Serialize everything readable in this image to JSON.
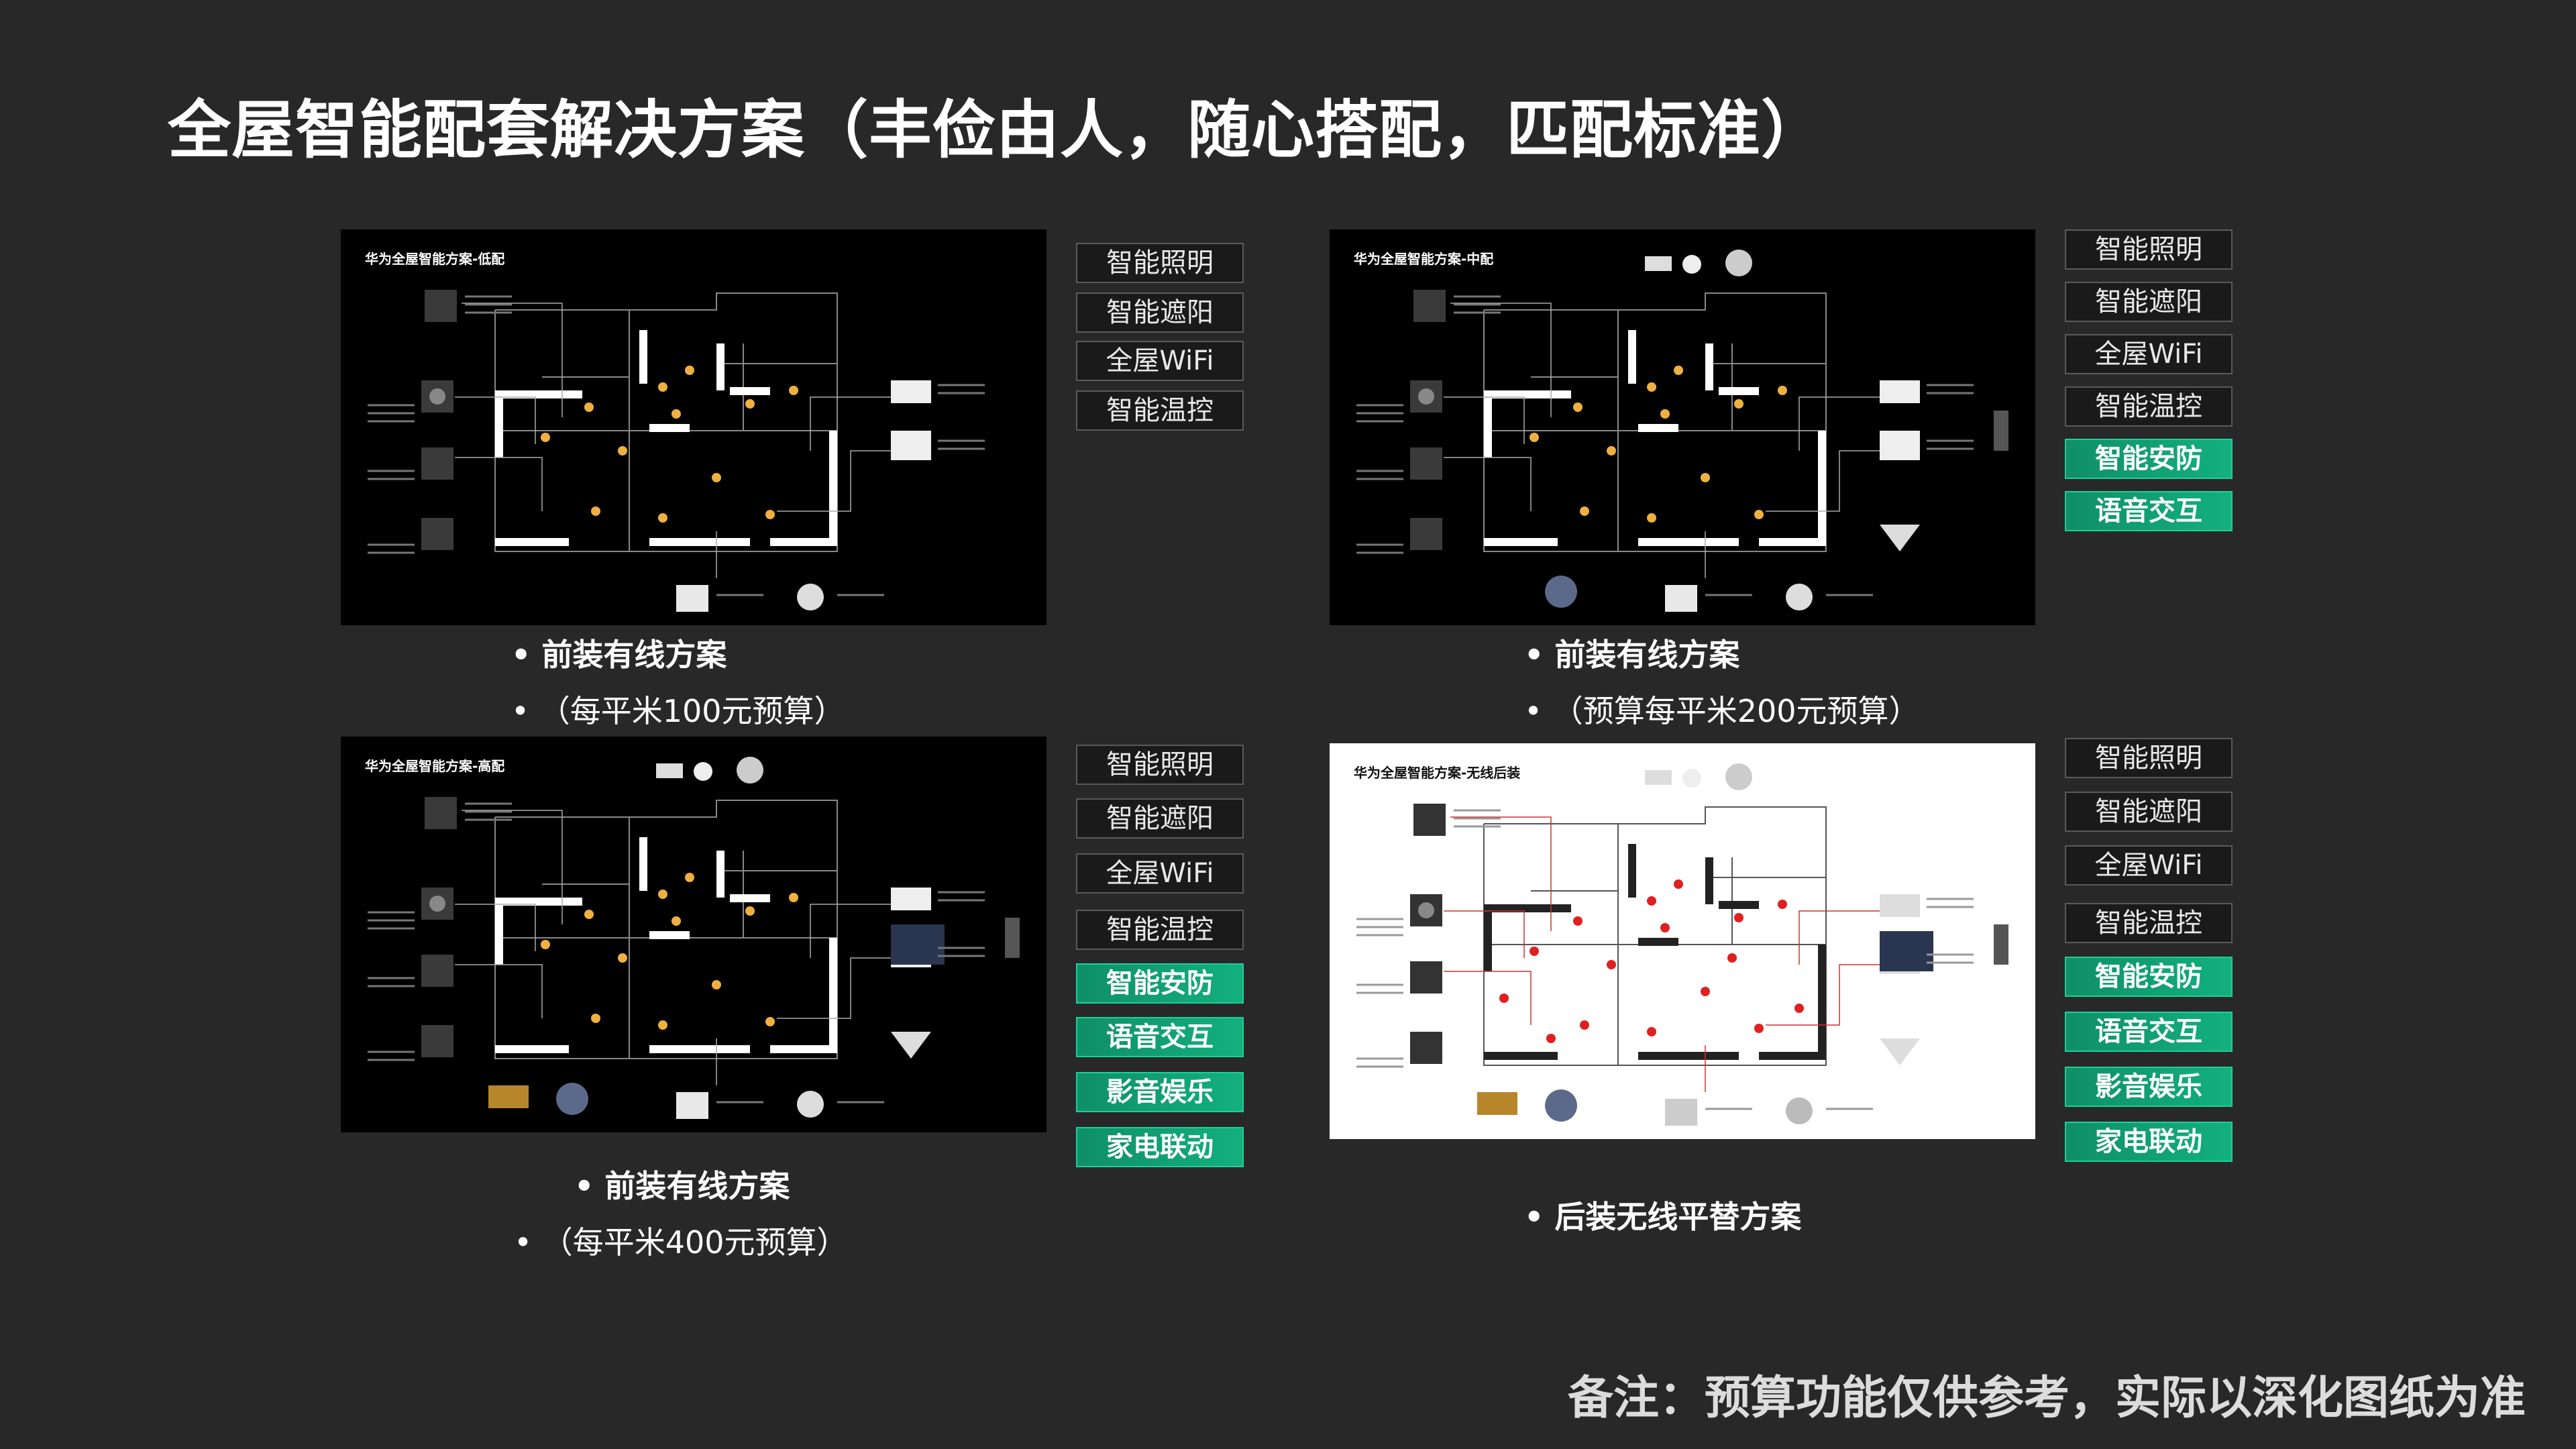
{
  "title": "全屋智能配套解决方案（丰俭由人，随心搭配，匹配标准）",
  "panels": {
    "low": {
      "title": "华为全屋智能方案-低配"
    },
    "mid": {
      "title": "华为全屋智能方案-中配"
    },
    "high": {
      "title": "华为全屋智能方案-高配"
    },
    "wireless": {
      "title": "华为全屋智能方案-无线后装"
    }
  },
  "features": {
    "low": [
      "智能照明",
      "智能遮阳",
      "全屋WiFi",
      "智能温控"
    ],
    "mid": [
      "智能照明",
      "智能遮阳",
      "全屋WiFi",
      "智能温控",
      "智能安防",
      "语音交互"
    ],
    "high": [
      "智能照明",
      "智能遮阳",
      "全屋WiFi",
      "智能温控",
      "智能安防",
      "语音交互",
      "影音娱乐",
      "家电联动"
    ],
    "wireless": [
      "智能照明",
      "智能遮阳",
      "全屋WiFi",
      "智能温控",
      "智能安防",
      "语音交互",
      "影音娱乐",
      "家电联动"
    ]
  },
  "captions": {
    "low_plan": "•  前装有线方案",
    "low_budget": "•  （每平米100元预算）",
    "mid_plan": "•  前装有线方案",
    "mid_budget": "•  （预算每平米200元预算）",
    "high_plan": "•  前装有线方案",
    "high_budget": "•  （每平米400元预算）",
    "wireless_plan": "•  后装无线平替方案"
  },
  "footnote": "备注：预算功能仅供参考，实际以深化图纸为准",
  "colors": {
    "background": "#282828",
    "highlight_green": "#13b07e",
    "node_orange": "#f0b040",
    "node_red": "#e02020"
  }
}
